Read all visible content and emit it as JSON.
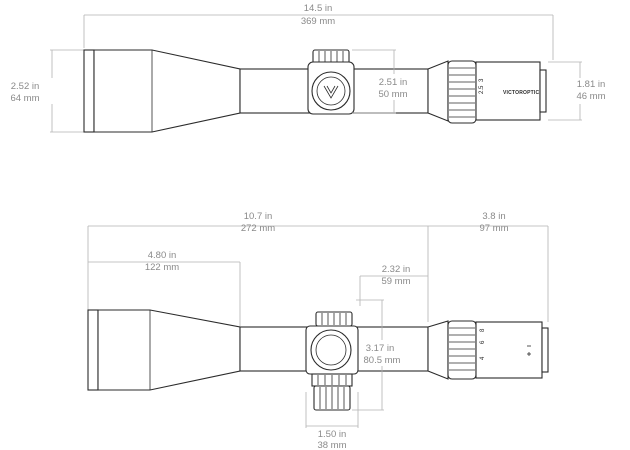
{
  "brand": "VICTOROPTICS",
  "top_view": {
    "overall_length": {
      "in": "14.5 in",
      "mm": "369 mm"
    },
    "objective_diameter": {
      "in": "2.52 in",
      "mm": "64 mm"
    },
    "turret_height": {
      "in": "2.51 in",
      "mm": "50 mm"
    },
    "eyepiece_diameter": {
      "in": "1.81 in",
      "mm": "46 mm"
    },
    "zoom_marks": [
      "2.5",
      "3"
    ]
  },
  "side_view": {
    "front_length": {
      "in": "10.7 in",
      "mm": "272 mm"
    },
    "eyepiece_length": {
      "in": "3.8 in",
      "mm": "97 mm"
    },
    "objective_to_tube": {
      "in": "4.80 in",
      "mm": "122 mm"
    },
    "turret_to_eyepiece": {
      "in": "2.32 in",
      "mm": "59 mm"
    },
    "turret_height": {
      "in": "3.17 in",
      "mm": "80.5 mm"
    },
    "saddle_length": {
      "in": "1.50 in",
      "mm": "38 mm"
    },
    "zoom_marks": [
      "4",
      "6",
      "8"
    ]
  },
  "icons": {
    "logo": "victoroptics-logo-icon",
    "diopter": "diopter-plus-minus-icon"
  }
}
